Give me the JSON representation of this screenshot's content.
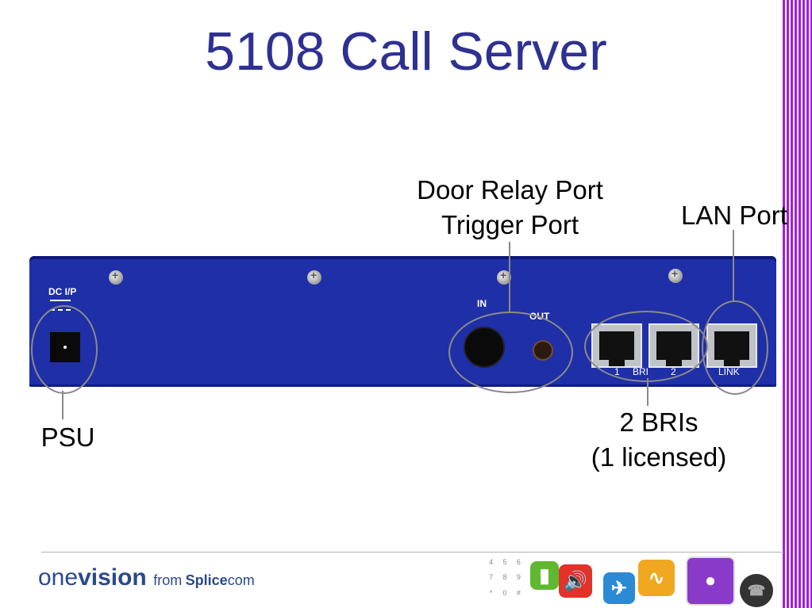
{
  "title": "5108 Call Server",
  "labels": {
    "door_relay_line1": "Door Relay Port",
    "door_relay_line2": "Trigger Port",
    "lan_port": "LAN Port",
    "psu": "PSU",
    "bris_line1": "2 BRIs",
    "bris_line2": "(1 licensed)"
  },
  "device": {
    "dc_label": "DC I/P",
    "in_label": "IN",
    "out_label": "OUT",
    "bri_label_1": "1",
    "bri_label_mid": "BRI",
    "bri_label_2": "2",
    "link_label": "LINK"
  },
  "footer": {
    "logo_one": "one",
    "logo_vision": "vision",
    "logo_from": "from",
    "logo_splice": "Splice",
    "logo_com": "com",
    "keypad": [
      "4",
      "5",
      "6",
      "7",
      "8",
      "9",
      "*",
      "0",
      "#"
    ]
  },
  "colors": {
    "title": "#2e3192",
    "device_body": "#1f2fa8",
    "stripe_accent": "#a31fd6"
  },
  "icons": [
    "keypad-icon",
    "chart-icon",
    "speaker-icon",
    "plane-icon",
    "pulse-icon",
    "headset-icon",
    "dial-icon"
  ]
}
